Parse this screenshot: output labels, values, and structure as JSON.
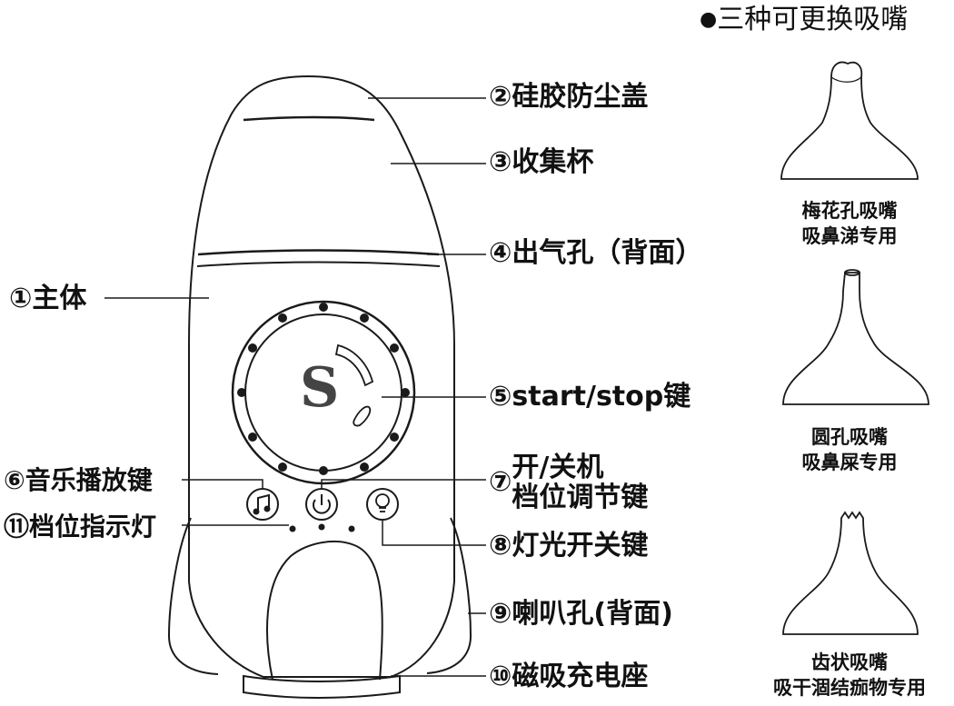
{
  "header": {
    "bullet": "●",
    "title": "三种可更换吸嘴"
  },
  "device": {
    "button_letter": "S"
  },
  "callouts": [
    {
      "num": "②",
      "text": "硅胶防尘盖"
    },
    {
      "num": "③",
      "text": "收集杯"
    },
    {
      "num": "④",
      "text": "出气孔（背面）"
    },
    {
      "num": "①",
      "text": "主体"
    },
    {
      "num": "⑤",
      "text": "start/stop键"
    },
    {
      "num": "⑥",
      "text": "音乐播放键"
    },
    {
      "num": "⑦",
      "text": "开/关机",
      "text2": "档位调节键"
    },
    {
      "num": "⑪",
      "text": "档位指示灯"
    },
    {
      "num": "⑧",
      "text": "灯光开关键"
    },
    {
      "num": "⑨",
      "text": "喇叭孔(背面)"
    },
    {
      "num": "⑩",
      "text": "磁吸充电座"
    }
  ],
  "nozzles": [
    {
      "line1": "梅花孔吸嘴",
      "line2": "吸鼻涕专用"
    },
    {
      "line1": "圆孔吸嘴",
      "line2": "吸鼻屎专用"
    },
    {
      "line1": "齿状吸嘴",
      "line2": "吸干涸结痂物专用"
    }
  ]
}
